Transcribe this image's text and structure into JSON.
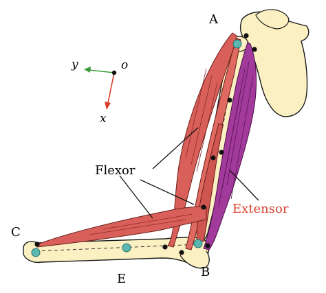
{
  "labels": {
    "A": "A",
    "B": "B",
    "C": "C",
    "E": "E",
    "o": "o",
    "x": "x",
    "y": "y",
    "flexor": "Flexor",
    "extensor": "Extensor"
  },
  "colors": {
    "bone_fill": "#fbf0c2",
    "bone_stroke": "#1a1a1a",
    "flexor_muscle": "#d9605a",
    "extensor_muscle": "#a23a9c",
    "joint_dot": "#111111",
    "pivot_dot": "#5bb8b1",
    "x_axis": "#d6402a",
    "y_axis": "#3a9a3a",
    "extensor_label": "#d6402a"
  }
}
